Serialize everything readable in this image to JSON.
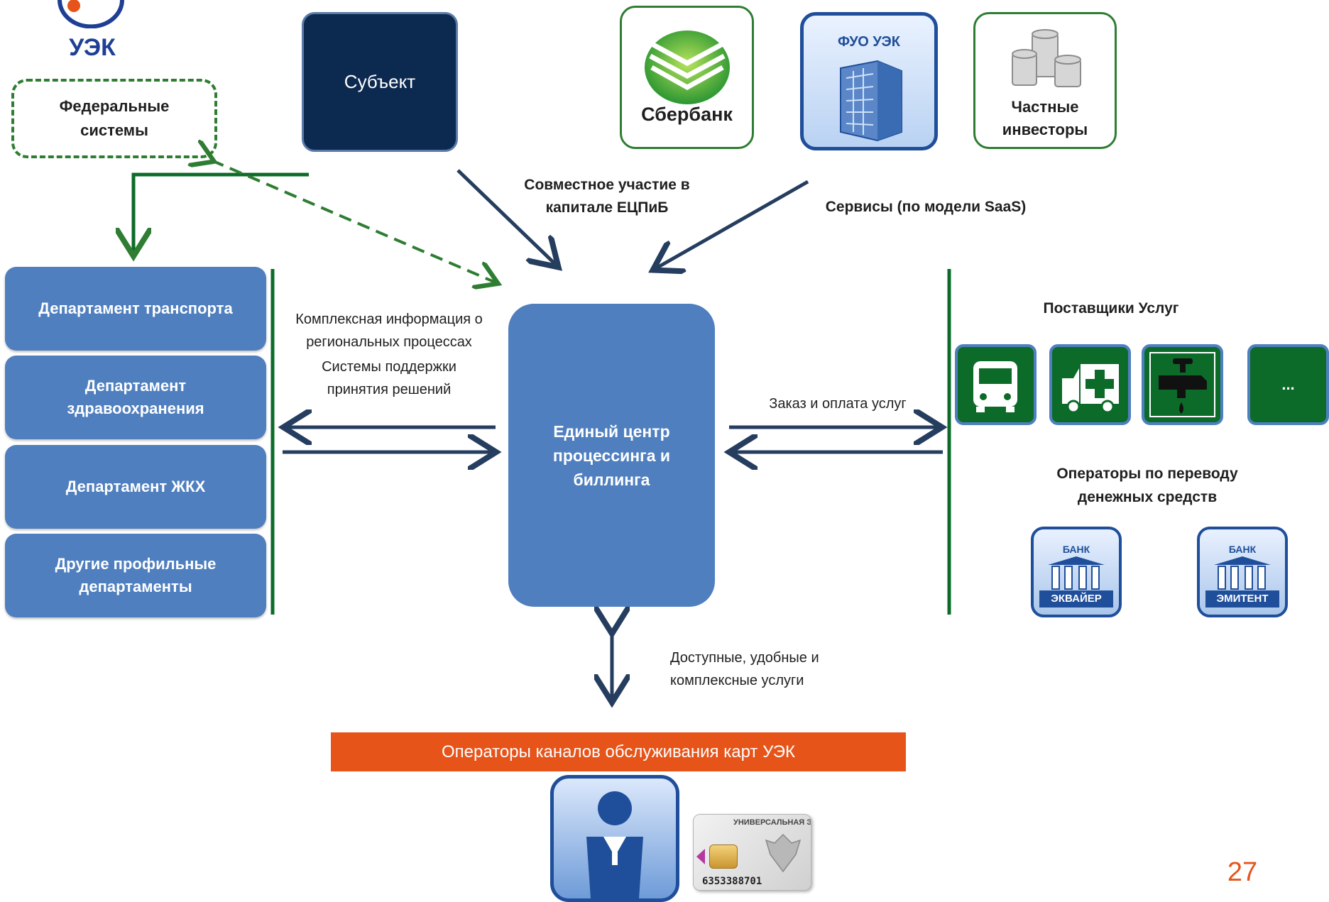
{
  "logo": {
    "text": "УЭК"
  },
  "federal_systems": {
    "label": "Федеральные\nсистемы"
  },
  "subject": {
    "label": "Субъект"
  },
  "partners": {
    "sberbank": "Сбербанк",
    "fuo": "ФУО УЭК",
    "investors": "Частные\nинвесторы"
  },
  "arrow_labels": {
    "capital": "Совместное участие в\nкапитале ЕЦПиБ",
    "saas": "Сервисы (по модели SaaS)",
    "info": "Комплексная информация о\nрегиональных процессах",
    "dss": "Системы поддержки\nпринятия решений",
    "order": "Заказ и оплата услуг",
    "services": "Доступные, удобные и\nкомплексные услуги"
  },
  "departments": [
    {
      "label": "Департамент транспорта"
    },
    {
      "label": "Департамент\nздравоохранения"
    },
    {
      "label": "Департамент ЖКХ"
    },
    {
      "label": "Другие профильные\nдепартаменты"
    }
  ],
  "center": {
    "label": "Единый центр\nпроцессинга и\nбиллинга"
  },
  "providers": {
    "heading": "Поставщики Услуг",
    "icons": [
      "bus-icon",
      "ambulance-icon",
      "water-tap-icon"
    ],
    "more": "..."
  },
  "operators": {
    "heading": "Операторы по переводу\nденежных средств",
    "banks": [
      {
        "top": "БАНК",
        "bottom": "ЭКВАЙЕР"
      },
      {
        "top": "БАНК",
        "bottom": "ЭМИТЕНТ"
      }
    ]
  },
  "card_channels": {
    "label": "Операторы каналов обслуживания карт УЭК"
  },
  "card": {
    "top": "УНИВЕРСАЛЬНАЯ ЭЛЕКТ",
    "number": "6353388701"
  },
  "page_number": "27",
  "colors": {
    "dark_navy": "#0c2a4f",
    "box_blue": "#4f7fbf",
    "arrow_navy": "#253d5e",
    "green": "#0d6b2a",
    "orange": "#e6541a"
  }
}
